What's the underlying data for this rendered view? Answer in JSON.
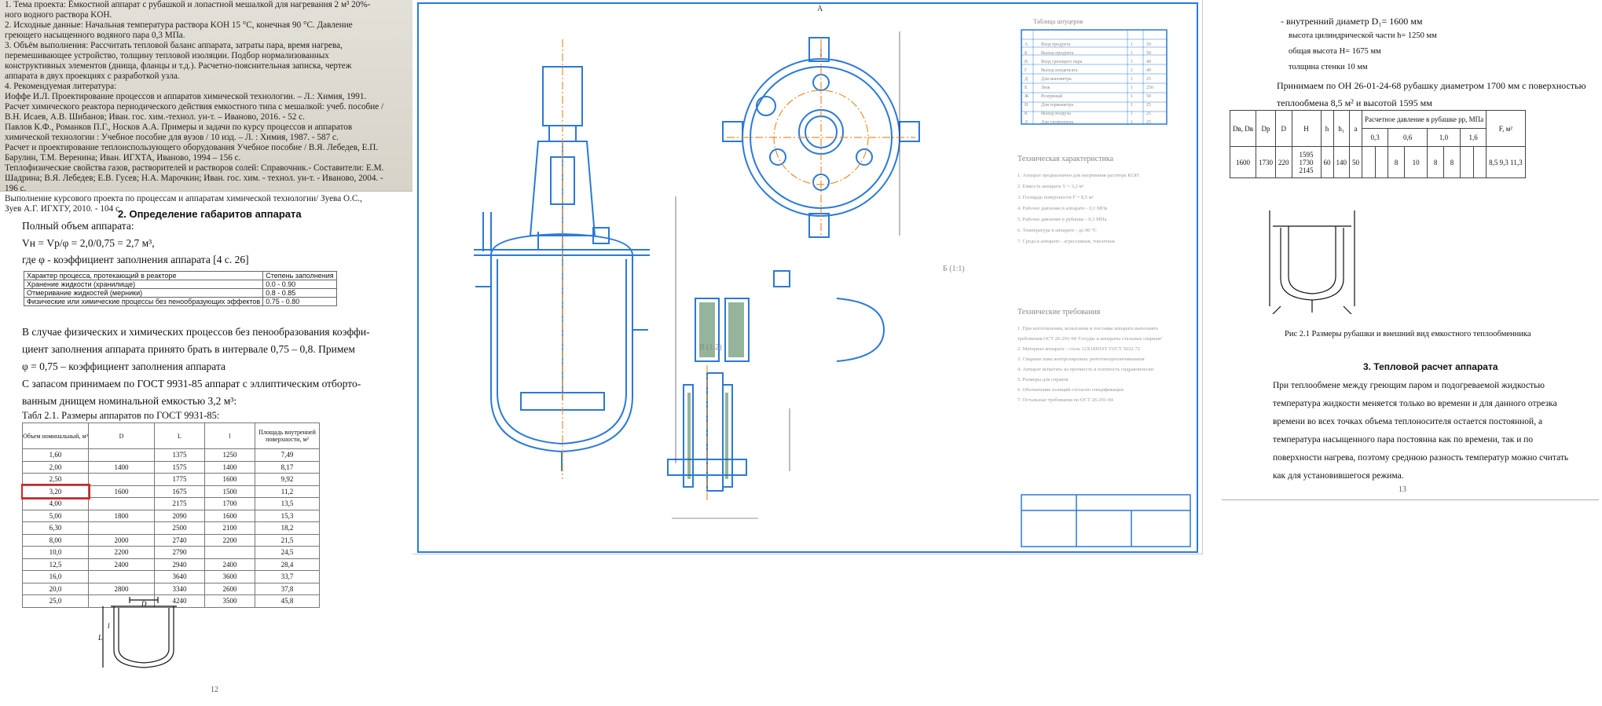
{
  "left": {
    "photo_lines": [
      "1. Тема проекта: Ёмкостной аппарат с рубашкой и лопастной мешалкой для нагревания 2 м³ 20%-",
      "ного водного раствора KOH.",
      "2. Исходные данные: Начальная температура раствора KOH 15 °С, конечная 90 °С. Давление",
      "греющего насыщенного водяного пара 0,3 МПа.",
      "3. Объём выполнения: Рассчитать тепловой баланс аппарата, затраты пара, время нагрева,",
      "перемешивающее устройство, толщину тепловой изоляции. Подбор нормализованных",
      "конструктивных элементов (днища, фланцы и т.д.). Расчетно-пояснительная записка, чертеж",
      "аппарата в двух проекциях с разработкой узла.",
      "4. Рекомендуемая литература:",
      "Иоффе И.Л. Проектирование процессов и аппаратов химической технологии. – Л.: Химия, 1991.",
      "Расчет химического реактора периодического действия емкостного типа с мешалкой: учеб. пособие /",
      "В.Н. Исаев, А.В. Шибанов; Иван. гос. хим.-технол. ун-т. – Иваново, 2016. - 52 с.",
      "Павлов К.Ф., Романков П.Г., Носков А.А. Примеры и задачи по курсу процессов и аппаратов",
      "химической технологии : Учебное пособие для вузов / 10 изд. – Л. : Химия, 1987. - 587 с.",
      "Расчет и проектирование теплоиспользующего оборудования Учебное пособие / В.Я. Лебедев, Е.П.",
      "Барулин, Т.М. Веренина; Иван. ИГХТА, Иваново, 1994 – 156 с.",
      "Теплофизические свойства газов, растворителей и растворов солей: Справочник.- Составители: Е.М.",
      "Шадрина; В.Я. Лебедев; Е.В. Гусев; Н.А. Марочкин; Иван. гос. хим. - технол. ун-т. - Иваново, 2004. -",
      "196 с.",
      "Выполнение курсового проекта по процессам и аппаратам химической технологии/ Зуева О.С.,",
      "Зуев А.Г. ИГХТУ, 2010. - 104 с."
    ],
    "section_title": "2. Определение габаритов аппарата",
    "full_volume_label": "Полный объем аппарата:",
    "formula": "Vн = Vр/φ = 2,0/0,75 = 2,7 м³,",
    "formula_note": "где φ - коэффициент заполнения аппарата [4 с. 26]",
    "fill_table": {
      "header": [
        "Характер процесса, протекающий в реакторе",
        "Степень заполнения"
      ],
      "rows": [
        [
          "Хранение жидкости (хранилище)",
          "0.0 - 0.90"
        ],
        [
          "Отмеривание жидкостей (мерники)",
          "0.8 - 0.85"
        ],
        [
          "Физические или химические процессы без пенообразующих эффектов",
          "0.75 - 0.80"
        ]
      ]
    },
    "paragraph1": [
      "В случае физических и химических процессов без пенообразования коэффи-",
      "циент заполнения аппарата принято брать в интервале 0,75 – 0,8. Примем",
      "φ = 0,75 – коэффициент заполнения аппарата"
    ],
    "paragraph2": [
      "С запасом принимаем по ГОСТ 9931-85 аппарат с эллиптическим отборто-",
      "ванным днищем номинальной емкостью 3,2 м³:"
    ],
    "table_caption": "Табл 2.1. Размеры аппаратов по ГОСТ 9931-85:",
    "dims_table": {
      "headers": [
        "Объем номинальный, м³",
        "D",
        "L",
        "l",
        "Площадь внутренней поверхности, м²"
      ],
      "rows": [
        [
          "1,60",
          "",
          "1375",
          "1250",
          "7,49"
        ],
        [
          "2,00",
          "1400",
          "1575",
          "1400",
          "8,17"
        ],
        [
          "2,50",
          "",
          "1775",
          "1600",
          "9,92"
        ],
        [
          "3,20",
          "1600",
          "1675",
          "1500",
          "11,2"
        ],
        [
          "4,00",
          "",
          "2175",
          "1700",
          "13,5"
        ],
        [
          "5,00",
          "1800",
          "2090",
          "1600",
          "15,3"
        ],
        [
          "6,30",
          "",
          "2500",
          "2100",
          "18,2"
        ],
        [
          "8,00",
          "2000",
          "2740",
          "2200",
          "21,5"
        ],
        [
          "10,0",
          "2200",
          "2790",
          "",
          "24,5"
        ],
        [
          "12,5",
          "2400",
          "2940",
          "2400",
          "28,4"
        ],
        [
          "16,0",
          "",
          "3640",
          "3600",
          "33,7"
        ],
        [
          "20,0",
          "2800",
          "3340",
          "2600",
          "37,8"
        ],
        [
          "25,0",
          "",
          "4240",
          "3500",
          "45,8"
        ]
      ]
    },
    "page_number": "12"
  },
  "drawing": {
    "section_a": "А",
    "section_b": "Б (1:1)",
    "section_v": "В (1:2)",
    "tech_title": "Техническая характеристика",
    "tech_req_title": "Технические требования",
    "tech_lines": [
      "1. Аппарат предназначен для нагревания раствора KOH",
      "2. Емкость аппарата V = 3,2 м³",
      "3. Площадь поверхности F = 8,5 м²",
      "4. Рабочее давление в аппарате - 0,1 МПа",
      "5. Рабочее давление в рубашке - 0,3 МПа",
      "6. Температура в аппарате - до 90 °С",
      "7. Среда в аппарате - агрессивная, токсичная"
    ],
    "req_lines": [
      "1. При изготовлении, испытании и поставке аппарата выполнять",
      "требования ОСТ 26-291-94 'Сосуды и аппараты стальные сварные'",
      "2. Материал аппарата - сталь 12Х18Н10Т ГОСТ 5632-72",
      "3. Сварные швы контролировать рентгенопросвечиванием",
      "4. Аппарат испытать на прочность и плотность гидравлически",
      "5. Размеры для справок",
      "6. Обозначение позиций согласно спецификации",
      "7. Остальные требования по ОСТ 26-291-94"
    ],
    "spec_title": "Таблица штуцеров",
    "spec_rows": [
      [
        "А",
        "Вход продукта",
        "1",
        "50"
      ],
      [
        "Б",
        "Выход продукта",
        "1",
        "50"
      ],
      [
        "В",
        "Вход греющего пара",
        "1",
        "40"
      ],
      [
        "Г",
        "Выход конденсата",
        "1",
        "40"
      ],
      [
        "Д",
        "Для манометра",
        "1",
        "25"
      ],
      [
        "Е",
        "Люк",
        "1",
        "250"
      ],
      [
        "Ж",
        "Резервный",
        "1",
        "50"
      ],
      [
        "И",
        "Для термометра",
        "1",
        "25"
      ],
      [
        "К",
        "Выход воздуха",
        "1",
        "25"
      ],
      [
        "Л",
        "Для уровнемера",
        "1",
        "25"
      ]
    ]
  },
  "right": {
    "lines": [
      "- внутренний диаметр D₁= 1600 мм",
      "высота цилиндрической части h= 1250 мм",
      "общая высота H= 1675 мм",
      "толщина стенки 10 мм"
    ],
    "accept_line1": "Принимаем по ОН 26-01-24-68 рубашку диаметром 1700 мм с поверхностью",
    "accept_line2": "теплообмена 8,5 м² и высотой 1595 мм",
    "jacket_table": {
      "headers": [
        "Dв, Dв",
        "Dр",
        "D",
        "H",
        "h",
        "h₁",
        "a",
        "Расчетное давление в рубашке pр, МПа",
        "",
        "",
        "",
        "",
        "",
        "",
        "",
        "F, м²"
      ],
      "subheaders": [
        "0,3",
        "0,6",
        "1,0",
        "1,6"
      ],
      "row": [
        "1600",
        "1730",
        "220",
        "1595 1730 2145",
        "60",
        "140",
        "50",
        "",
        "",
        "8",
        "10",
        "8",
        "8",
        "",
        "",
        "8,5 9,3 11,3"
      ]
    },
    "figure_caption": "Рис 2.1 Размеры рубашки и внешний вид емкостного теплообменника",
    "section_title": "3. Тепловой расчет аппарата",
    "paragraph": "При теплообмене между греющим паром и подогреваемой жидкостью температура жидкости меняется только во времени и для данного отрезка времени во всех точках объема теплоносителя остается постоянной, а температура насыщенного пара постоянна как по времени, так и по поверхности нагрева, поэтому среднюю разность температур можно считать как для установившегося режима.",
    "page_number": "13"
  },
  "colors": {
    "drawing_blue": "#2b79d8",
    "accent_orange": "#e8902a",
    "highlight_red": "#e02020"
  }
}
